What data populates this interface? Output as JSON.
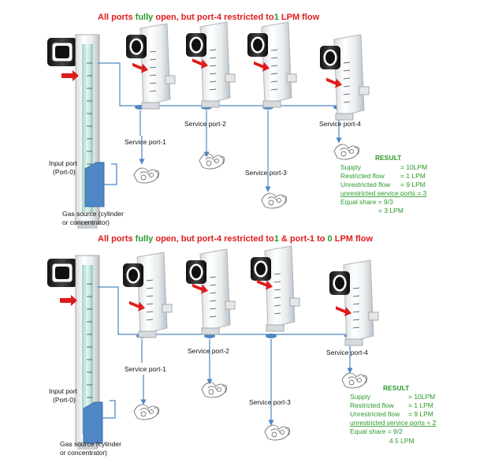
{
  "panels": [
    {
      "title_parts": [
        {
          "text": "All ports ",
          "color": "#e01b1b"
        },
        {
          "text": "fully",
          "color": "#2a9a2a"
        },
        {
          "text": " open, but port-4 restricted to",
          "color": "#e01b1b"
        },
        {
          "text": "1",
          "color": "#2a9a2a"
        },
        {
          "text": " LPM flow",
          "color": "#e01b1b"
        }
      ],
      "input_label": [
        "Input port",
        "(Port-0)"
      ],
      "gas_label": [
        "Gas source (cylinder",
        "or concentrator)"
      ],
      "ports": [
        "Service port-1",
        "Service port-2",
        "Service port-3",
        "Service port-4"
      ],
      "result_title": "RESULT",
      "result_rows": [
        {
          "k": "Supply",
          "v": "= 10LPM"
        },
        {
          "k": "Restricted flow",
          "v": "= 1 LPM"
        },
        {
          "k": "Unrestricted flow",
          "v": "= 9 LPM"
        }
      ],
      "result_underline": "unrestricted service ports = 3",
      "result_share": "Equal share = 9/3",
      "result_final": "= 3 LPM"
    },
    {
      "title_parts": [
        {
          "text": "All ports ",
          "color": "#e01b1b"
        },
        {
          "text": "fully",
          "color": "#2a9a2a"
        },
        {
          "text": " open, but port-4 restricted to",
          "color": "#e01b1b"
        },
        {
          "text": "1",
          "color": "#2a9a2a"
        },
        {
          "text": " & port-1 to ",
          "color": "#e01b1b"
        },
        {
          "text": "0",
          "color": "#2a9a2a"
        },
        {
          "text": " LPM flow",
          "color": "#e01b1b"
        }
      ],
      "input_label": [
        "Input port",
        "(Port-0)"
      ],
      "gas_label": [
        "Gas source (cylinder",
        "or concentrator)"
      ],
      "ports": [
        "Service port-1",
        "Service port-2",
        "Service port-3",
        "Service port-4"
      ],
      "result_title": "RESULT",
      "result_rows": [
        {
          "k": "Supply",
          "v": "= 10LPM"
        },
        {
          "k": "Restricted flow",
          "v": "= 1 LPM"
        },
        {
          "k": "Unrestricted flow",
          "v": "= 9 LPM"
        }
      ],
      "result_underline": "unrestricted service ports = 2",
      "result_share": "Equal share = 9/2",
      "result_final": "4.5 LPM"
    }
  ],
  "colors": {
    "red": "#e01b1b",
    "green": "#2a9a2a",
    "pipe": "#4f86c6",
    "gas": "#4f86c6"
  }
}
